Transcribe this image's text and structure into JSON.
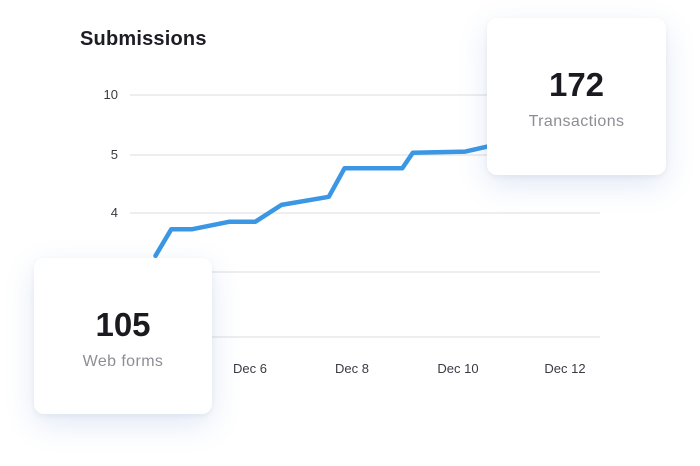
{
  "chart_data": {
    "type": "line",
    "title": "Submissions",
    "xlabel": "",
    "ylabel": "",
    "x_tick_labels": [
      "Dec 6",
      "Dec 8",
      "Dec 10",
      "Dec 12"
    ],
    "y_tick_labels": [
      "10",
      "5",
      "4"
    ],
    "grid": true,
    "legend": "none",
    "series": [
      {
        "color": "#3b97e3",
        "points": [
          {
            "x": 4.2,
            "y": 2.55
          },
          {
            "x": 4.5,
            "y": 3.45
          },
          {
            "x": 4.9,
            "y": 3.45
          },
          {
            "x": 5.6,
            "y": 3.7
          },
          {
            "x": 6.1,
            "y": 3.7
          },
          {
            "x": 6.6,
            "y": 4.14
          },
          {
            "x": 7.5,
            "y": 4.28
          },
          {
            "x": 7.8,
            "y": 4.77
          },
          {
            "x": 8.9,
            "y": 4.77
          },
          {
            "x": 9.1,
            "y": 5.18
          },
          {
            "x": 10.1,
            "y": 5.28
          },
          {
            "x": 10.7,
            "y": 5.88
          }
        ]
      }
    ]
  },
  "cards": {
    "transactions": {
      "value": "172",
      "label": "Transactions"
    },
    "web_forms": {
      "value": "105",
      "label": "Web forms"
    }
  }
}
